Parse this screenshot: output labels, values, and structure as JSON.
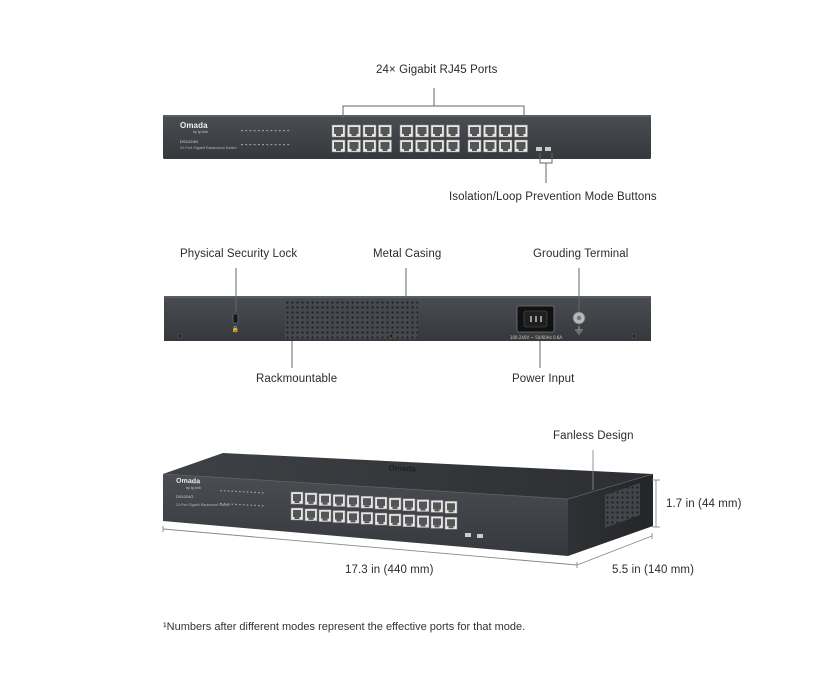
{
  "front": {
    "brand": "Omada",
    "brand_sub": "by tp-link",
    "model": "DS1024G",
    "desc": "24-Port Gigabit Rackmount Switch",
    "callout_ports": "24× Gigabit RJ45 Ports",
    "callout_buttons": "Isolation/Loop Prevention Mode Buttons"
  },
  "rear": {
    "callout_lock": "Physical Security Lock",
    "callout_casing": "Metal Casing",
    "callout_ground": "Grouding Terminal",
    "callout_rack": "Rackmountable",
    "callout_power": "Power Input",
    "power_rating": "100-240V ~ 50/60Hz 0.6A"
  },
  "iso": {
    "brand": "Omada",
    "brand_sub": "by tp-link",
    "model": "DS1024G",
    "desc": "24-Port Gigabit Rackmount Switch",
    "top_logo": "Omada",
    "callout_fanless": "Fanless Design",
    "dim_height": "1.7 in (44 mm)",
    "dim_width": "17.3 in (440 mm)",
    "dim_depth": "5.5 in (140 mm)"
  },
  "footnote": "¹Numbers after different modes represent the effective ports for that mode."
}
